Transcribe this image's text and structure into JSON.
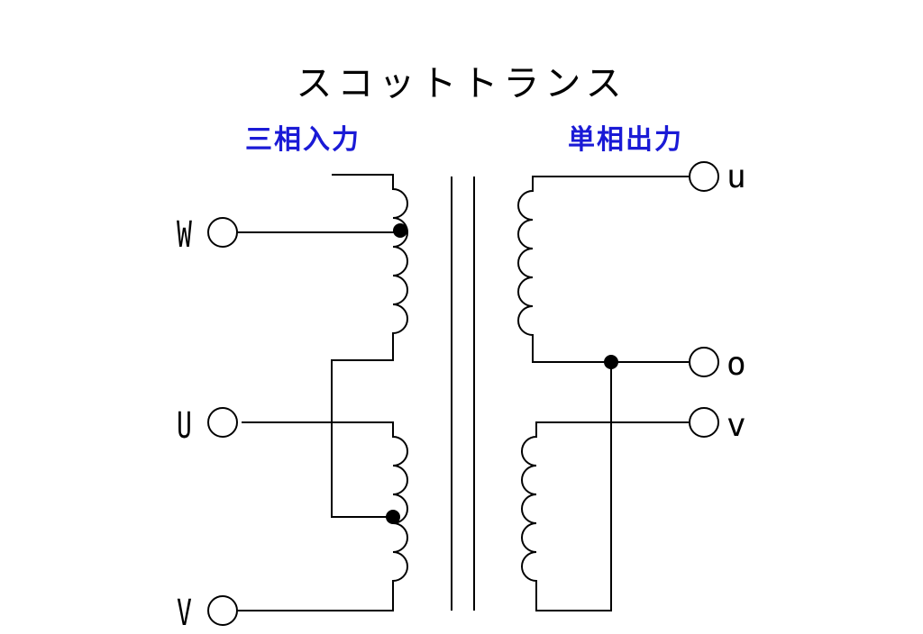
{
  "title": "スコットトランス",
  "input_label": "三相入力",
  "output_label": "単相出力",
  "terminals": {
    "input": {
      "w": "W",
      "u": "U",
      "v": "V"
    },
    "output": {
      "u": "u",
      "o": "o",
      "v": "v"
    }
  },
  "colors": {
    "line": "#000000",
    "label_blue": "#1a1ad6",
    "background": "#ffffff"
  }
}
